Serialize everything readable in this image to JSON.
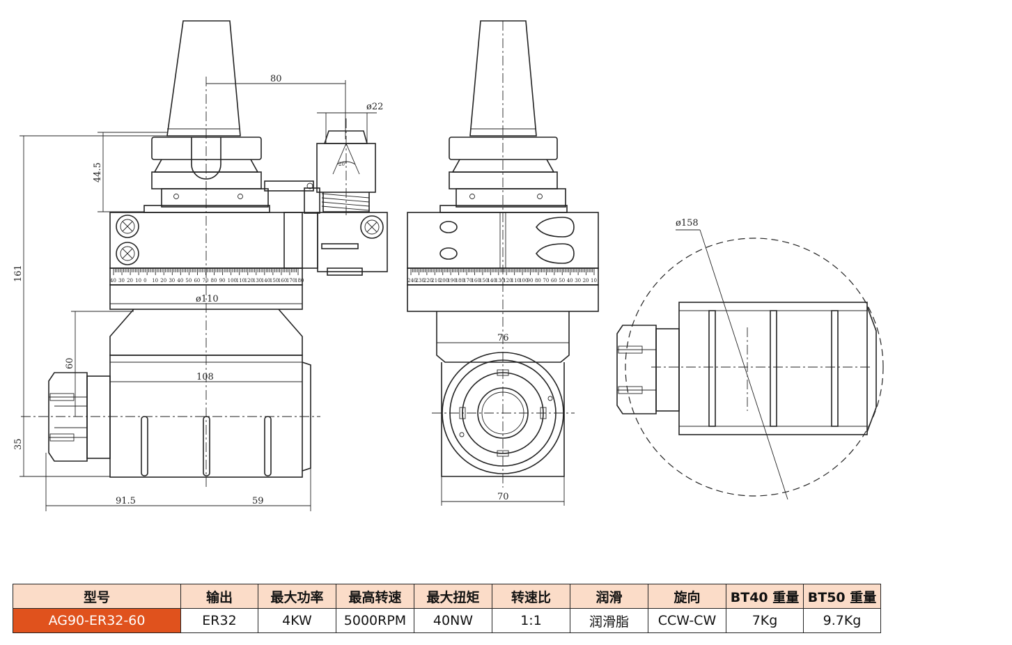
{
  "dimensions": {
    "d80": "80",
    "d22": "ø22",
    "d20deg": "20°",
    "d44_5": "44.5",
    "d161": "161",
    "d110": "ø110",
    "d60": "60",
    "d108": "108",
    "d35": "35",
    "d91_5": "91.5",
    "d59": "59",
    "d76": "76",
    "d70": "70",
    "d158": "ø158"
  },
  "scale": {
    "left_ticks": [
      "40",
      "30",
      "20",
      "10",
      "0",
      "10",
      "20",
      "30",
      "40",
      "50",
      "60",
      "70",
      "80",
      "90",
      "100",
      "110",
      "120",
      "130",
      "140",
      "150",
      "160",
      "170",
      "180"
    ],
    "right_ticks": [
      "240",
      "230",
      "220",
      "210",
      "200",
      "190",
      "180",
      "170",
      "160",
      "150",
      "140",
      "130",
      "120",
      "110",
      "100",
      "90",
      "80",
      "70",
      "60",
      "50",
      "40",
      "30",
      "20",
      "10"
    ]
  },
  "table": {
    "headers": [
      "型号",
      "输出",
      "最大功率",
      "最高转速",
      "最大扭矩",
      "转速比",
      "润滑",
      "旋向",
      "BT40 重量",
      "BT50 重量"
    ],
    "row": [
      "AG90-ER32-60",
      "ER32",
      "4KW",
      "5000RPM",
      "40NW",
      "1:1",
      "润滑脂",
      "CCW-CW",
      "7Kg",
      "9.7Kg"
    ]
  },
  "colors": {
    "header_bg": "#fbdcc8",
    "model_bg": "#e0521d",
    "line": "#222222"
  }
}
